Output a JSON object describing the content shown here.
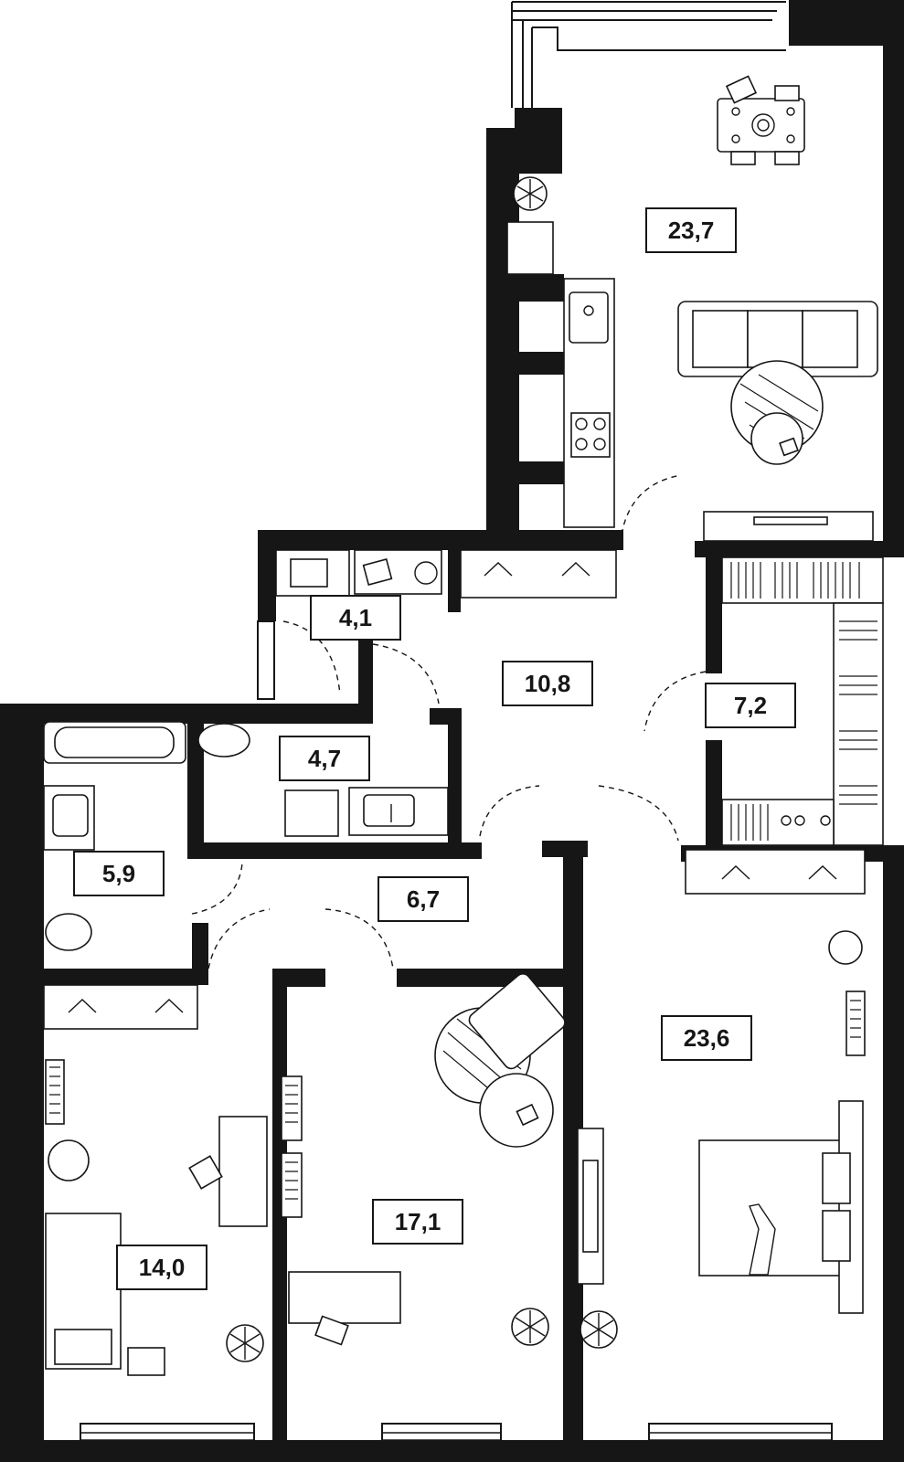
{
  "floor_plan": {
    "rooms": [
      {
        "id": "kitchen-living",
        "area": "23,7"
      },
      {
        "id": "hall",
        "area": "10,8"
      },
      {
        "id": "laundry",
        "area": "4,1"
      },
      {
        "id": "wardrobe",
        "area": "7,2"
      },
      {
        "id": "wc",
        "area": "4,7"
      },
      {
        "id": "bathroom",
        "area": "5,9"
      },
      {
        "id": "corridor",
        "area": "6,7"
      },
      {
        "id": "bedroom-small",
        "area": "14,0"
      },
      {
        "id": "bedroom-middle",
        "area": "17,1"
      },
      {
        "id": "bedroom-master",
        "area": "23,6"
      }
    ]
  }
}
